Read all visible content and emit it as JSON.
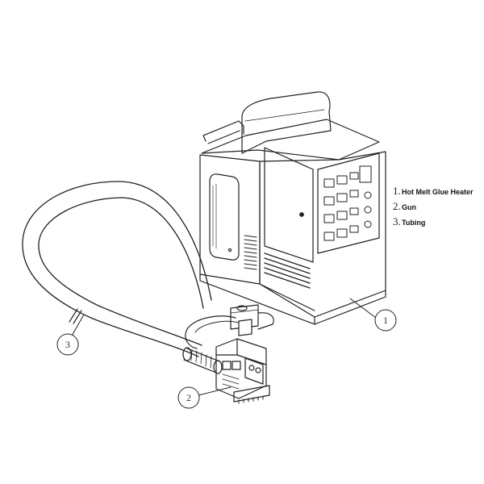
{
  "legend": {
    "items": [
      {
        "number": "1.",
        "label": "Hot Melt Glue Heater"
      },
      {
        "number": "2.",
        "label": "Gun"
      },
      {
        "number": "3.",
        "label": "Tubing"
      }
    ]
  },
  "callouts": {
    "heater": "1",
    "gun": "2",
    "tubing": "3"
  },
  "colors": {
    "line": "#222222",
    "background": "#ffffff"
  }
}
